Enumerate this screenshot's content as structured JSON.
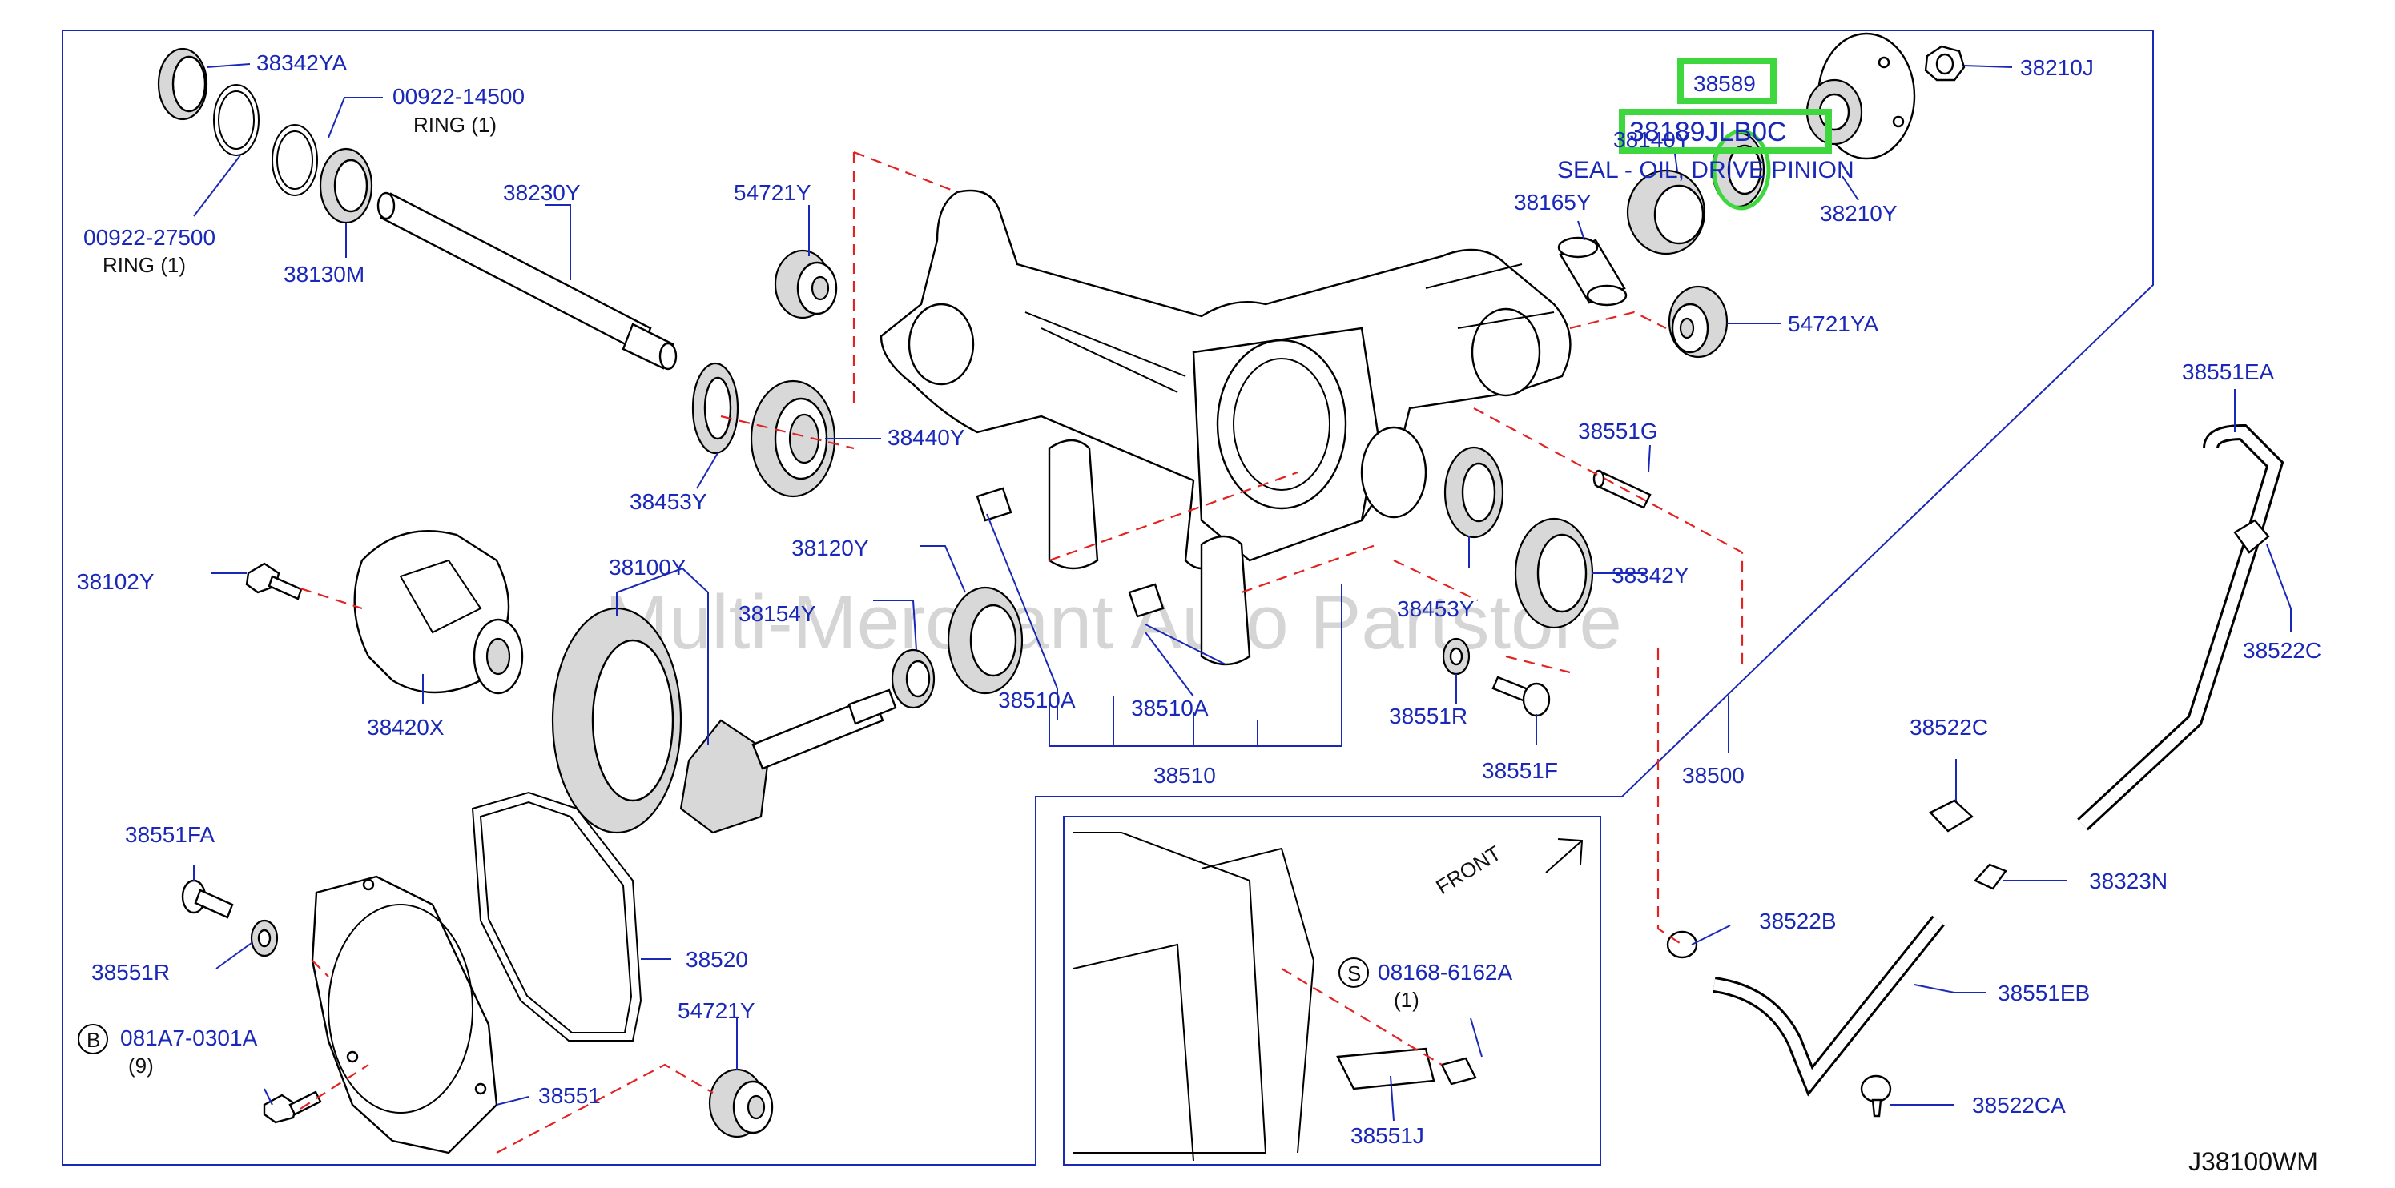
{
  "watermark": "Multi-Merchant Auto Partstore",
  "diagram_code": "J38100WM",
  "highlight": {
    "ref": "38589",
    "part_number": "38189JLB0C",
    "description": "SEAL - OIL, DRIVE PINION",
    "color": "#3ed83e"
  },
  "inset": {
    "front_label": "FRONT"
  },
  "callouts": [
    {
      "id": "38342YA",
      "text": "38342YA"
    },
    {
      "id": "00922-14500",
      "text": "00922-14500"
    },
    {
      "id": "ring-1-a",
      "text": "RING   (1)"
    },
    {
      "id": "00922-27500",
      "text": "00922-27500"
    },
    {
      "id": "ring-1-b",
      "text": "RING   (1)"
    },
    {
      "id": "38130M",
      "text": "38130M"
    },
    {
      "id": "38230Y",
      "text": "38230Y"
    },
    {
      "id": "54721Y-top",
      "text": "54721Y"
    },
    {
      "id": "38440Y",
      "text": "38440Y"
    },
    {
      "id": "38453Y-left",
      "text": "38453Y"
    },
    {
      "id": "38140Y",
      "text": "38140Y"
    },
    {
      "id": "38165Y",
      "text": "38165Y"
    },
    {
      "id": "38210Y",
      "text": "38210Y"
    },
    {
      "id": "38210J",
      "text": "38210J"
    },
    {
      "id": "54721YA",
      "text": "54721YA"
    },
    {
      "id": "38551EA",
      "text": "38551EA"
    },
    {
      "id": "38551G",
      "text": "38551G"
    },
    {
      "id": "38522C-top",
      "text": "38522C"
    },
    {
      "id": "38102Y",
      "text": "38102Y"
    },
    {
      "id": "38100Y",
      "text": "38100Y"
    },
    {
      "id": "38120Y",
      "text": "38120Y"
    },
    {
      "id": "38154Y",
      "text": "38154Y"
    },
    {
      "id": "38420X",
      "text": "38420X"
    },
    {
      "id": "38510A-a",
      "text": "38510A"
    },
    {
      "id": "38510A-b",
      "text": "38510A"
    },
    {
      "id": "38510",
      "text": "38510"
    },
    {
      "id": "38453Y-right",
      "text": "38453Y"
    },
    {
      "id": "38342Y",
      "text": "38342Y"
    },
    {
      "id": "38551R-right",
      "text": "38551R"
    },
    {
      "id": "38551F",
      "text": "38551F"
    },
    {
      "id": "38500",
      "text": "38500"
    },
    {
      "id": "38522C-mid",
      "text": "38522C"
    },
    {
      "id": "38323N",
      "text": "38323N"
    },
    {
      "id": "38522B",
      "text": "38522B"
    },
    {
      "id": "38551EB",
      "text": "38551EB"
    },
    {
      "id": "38522CA",
      "text": "38522CA"
    },
    {
      "id": "38551FA",
      "text": "38551FA"
    },
    {
      "id": "38551R-left",
      "text": "38551R"
    },
    {
      "id": "081A7-0301A",
      "text": "081A7-0301A"
    },
    {
      "id": "qty-9",
      "text": "(9)"
    },
    {
      "id": "38520",
      "text": "38520"
    },
    {
      "id": "38551",
      "text": "38551"
    },
    {
      "id": "54721Y-bottom",
      "text": "54721Y"
    },
    {
      "id": "08168-6162A",
      "text": "08168-6162A"
    },
    {
      "id": "qty-1",
      "text": "(1)"
    },
    {
      "id": "38551J",
      "text": "38551J"
    }
  ],
  "badges": [
    {
      "id": "badge-b",
      "text": "B"
    },
    {
      "id": "badge-s",
      "text": "S"
    }
  ]
}
